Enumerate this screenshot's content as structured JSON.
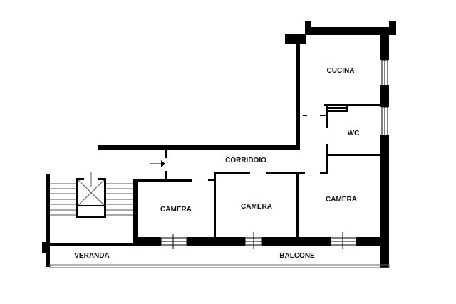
{
  "plan": {
    "type": "floor-plan",
    "wall_color": "#000000",
    "background": "#ffffff",
    "rooms": [
      {
        "id": "cucina",
        "label": "CUCINA"
      },
      {
        "id": "wc",
        "label": "WC"
      },
      {
        "id": "corridoio",
        "label": "CORRIDOIO"
      },
      {
        "id": "camera1",
        "label": "CAMERA"
      },
      {
        "id": "camera2",
        "label": "CAMERA"
      },
      {
        "id": "camera3",
        "label": "CAMERA"
      },
      {
        "id": "veranda",
        "label": "VERANDA"
      },
      {
        "id": "balcone",
        "label": "BALCONE"
      }
    ],
    "symbols": {
      "entrance": "arrow-right-icon",
      "stairs": "stairs-icon",
      "elevator": "elevator-icon"
    }
  }
}
